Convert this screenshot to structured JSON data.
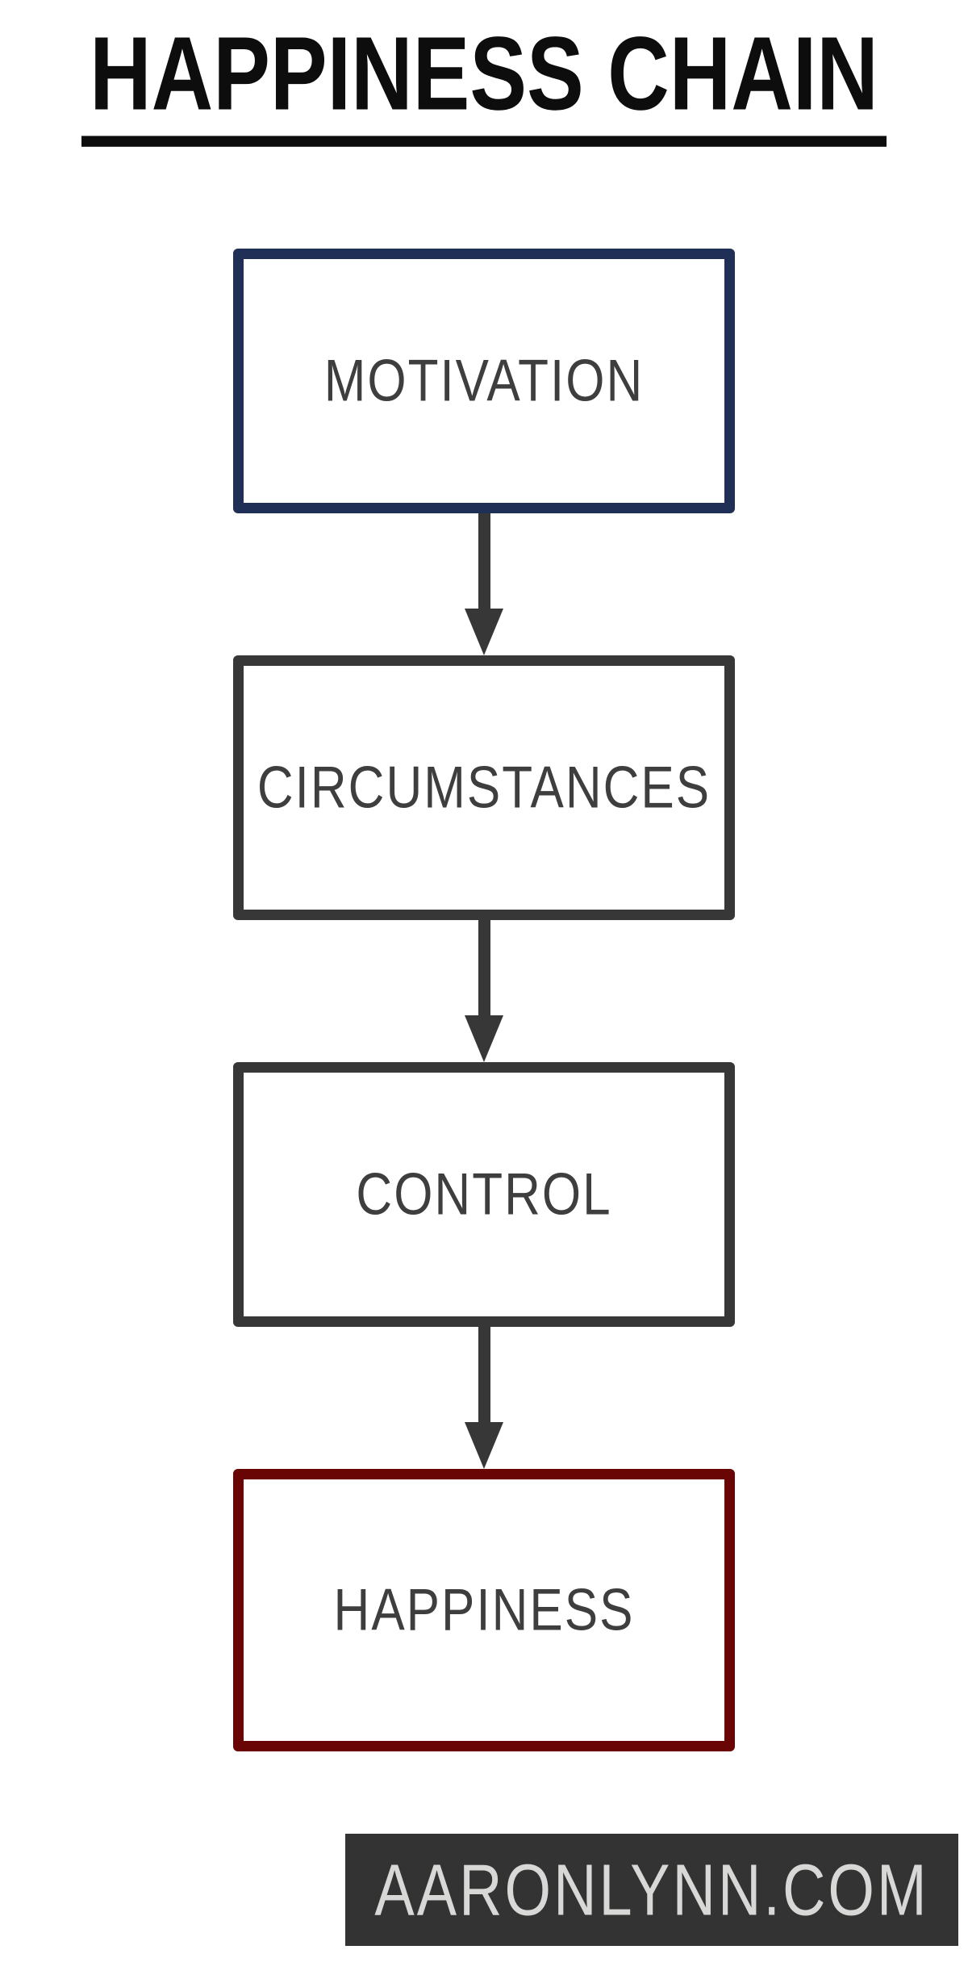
{
  "title": {
    "text": "HAPPINESS CHAIN",
    "color": "#0d0d0d",
    "underlined": true
  },
  "diagram": {
    "type": "flowchart",
    "direction": "top-down",
    "label_color": "#3e3e3e",
    "arrow_color": "#373737",
    "nodes": [
      {
        "id": "motivation",
        "label": "MOTIVATION",
        "border_color": "#202f55"
      },
      {
        "id": "circumstances",
        "label": "CIRCUMSTANCES",
        "border_color": "#373737"
      },
      {
        "id": "control",
        "label": "CONTROL",
        "border_color": "#373737"
      },
      {
        "id": "happiness",
        "label": "HAPPINESS",
        "border_color": "#6a0505"
      }
    ],
    "edges": [
      {
        "from": "motivation",
        "to": "circumstances"
      },
      {
        "from": "circumstances",
        "to": "control"
      },
      {
        "from": "control",
        "to": "happiness"
      }
    ]
  },
  "footer": {
    "text": "AARONLYNN.COM",
    "background_color": "#333333",
    "text_color": "#d8d8d6"
  }
}
